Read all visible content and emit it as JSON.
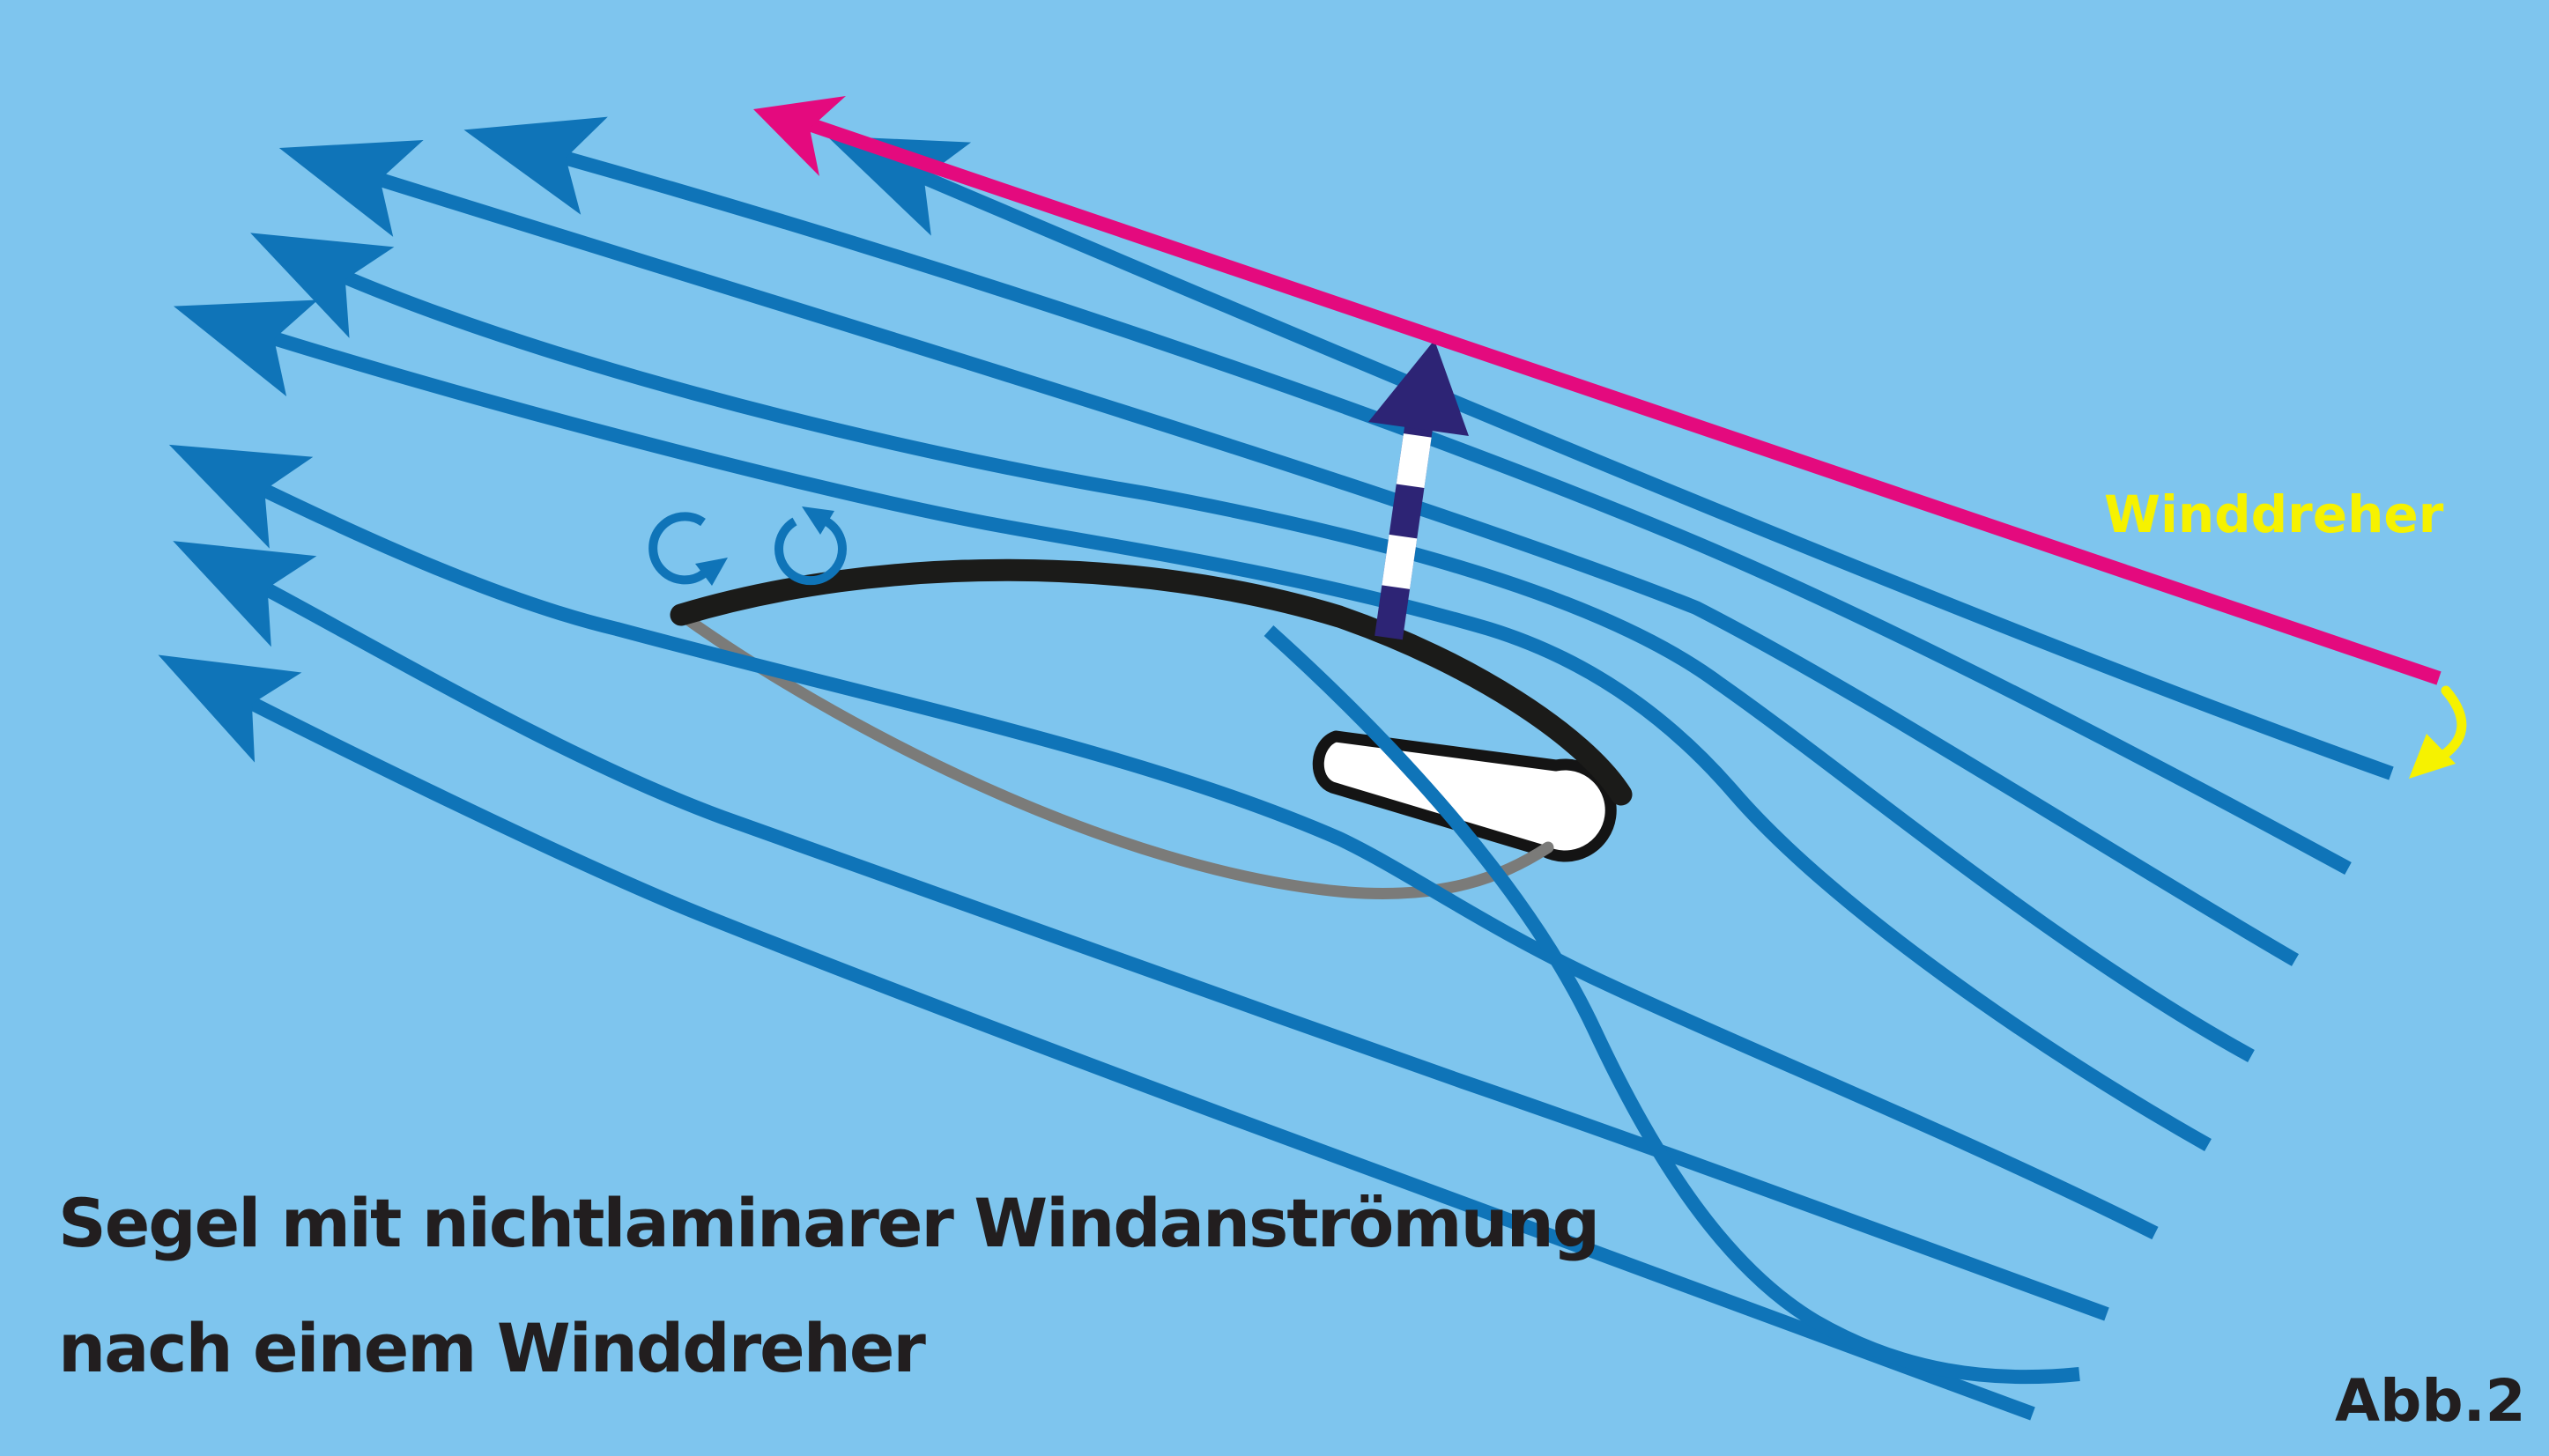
{
  "figure": {
    "wind_shift_label": "Winddreher",
    "caption_line1": "Segel mit nichtlaminarer Windanströmung",
    "caption_line2": "nach einem Winddreher",
    "figure_number": "Abb.2"
  },
  "colors": {
    "background": "#7ec5ee",
    "streamline_blue": "#0f74b8",
    "sail_black": "#1b1b19",
    "sail_foot_gray": "#7b7b79",
    "boom_white": "#ffffff",
    "boom_outline": "#141414",
    "force_arrow_navy": "#2d2475",
    "force_arrow_band_white": "#ffffff",
    "wind_shift_magenta": "#e40a7e",
    "label_yellow": "#f6f200",
    "caption_black": "#221e1f"
  },
  "counts": {
    "streamline_arrowheads": 8,
    "vortex_symbols": 2
  }
}
